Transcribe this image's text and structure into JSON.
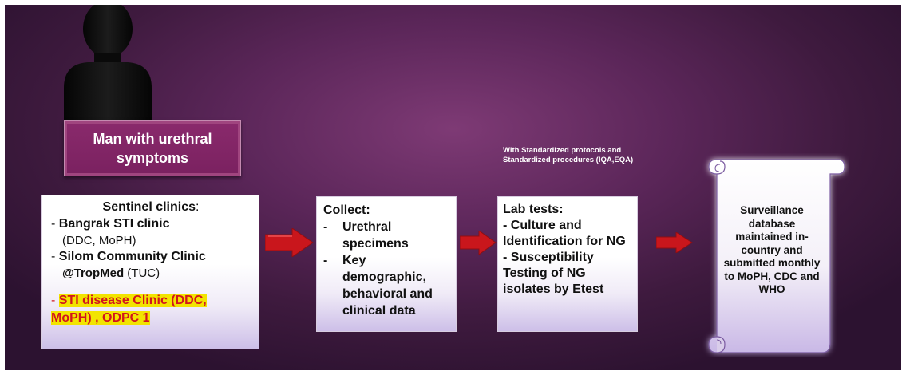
{
  "person": {
    "label": "Man with urethral symptoms"
  },
  "sentinel": {
    "title": "Sentinel clinics",
    "title_suffix": ":",
    "items": [
      {
        "dash": "- ",
        "name": "Bangrak STI clinic",
        "sub": "(DDC, MoPH)"
      },
      {
        "dash": "- ",
        "name": "Silom Community Clinic",
        "sub_bold": "@TropMed",
        "sub": " (TUC)"
      }
    ],
    "highlight_dash": "- ",
    "highlight_line1": "STI disease Clinic  (DDC,",
    "highlight_line2": "MoPH) , ODPC 1"
  },
  "collect": {
    "title": "Collect:",
    "items": [
      {
        "dash": "-",
        "text": "Urethral specimens"
      },
      {
        "dash": "-",
        "text": "Key demographic, behavioral and clinical data"
      }
    ]
  },
  "lab": {
    "note": "With Standardized protocols and Standardized procedures (IQA,EQA)",
    "title": "Lab tests:",
    "item1": "- Culture and Identification for NG",
    "item2": "- Susceptibility Testing of NG isolates by Etest"
  },
  "output": {
    "text": "Surveillance database maintained in-country and submitted monthly to MoPH, CDC and WHO"
  },
  "colors": {
    "background": "#5b2659",
    "label_box": "#7a2160",
    "arrow": "#c9161c",
    "highlight_bg": "#f2e400",
    "highlight_text": "#d2151d"
  }
}
